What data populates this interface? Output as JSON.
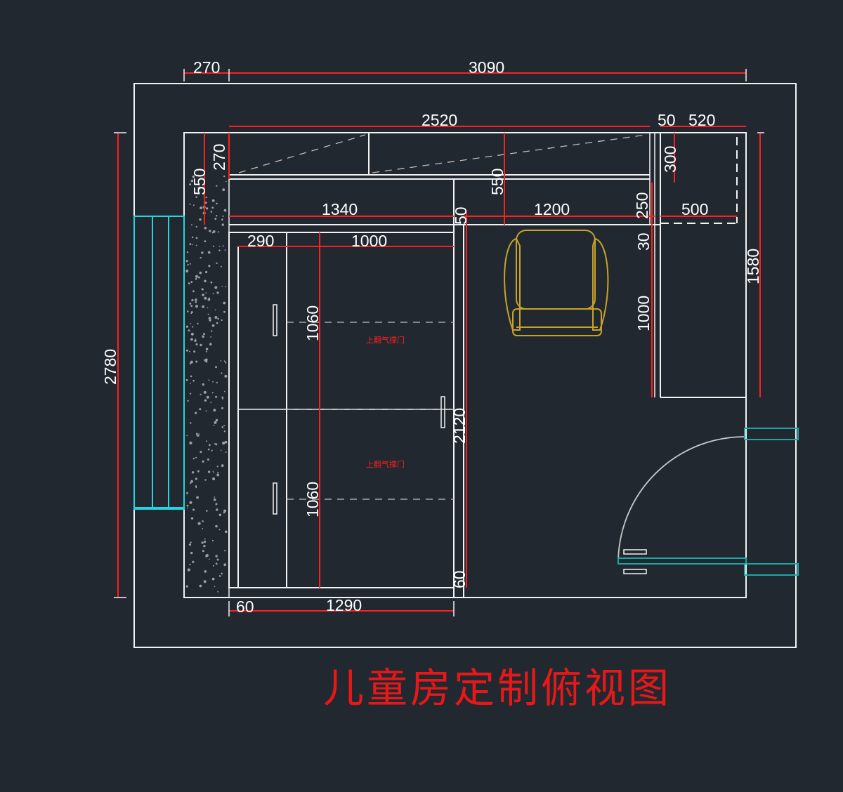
{
  "title": "儿童房定制俯视图",
  "notes": {
    "door_upper": "上翻气撑门",
    "door_lower": "上翻气撑门"
  },
  "dimensions": {
    "top_270": "270",
    "top_3090": "3090",
    "top_2520": "2520",
    "top_50": "50",
    "top_520": "520",
    "left_2780": "2780",
    "wall_550": "550",
    "shelf_270": "270",
    "shelf_550": "550",
    "shelf_300": "300",
    "d_1340": "1340",
    "d_1200": "1200",
    "d_250": "250",
    "d_500": "500",
    "d_50": "50",
    "d_30": "30",
    "right_1580": "1580",
    "desk_1000": "1000",
    "bed_290": "290",
    "bed_1000": "1000",
    "bed_1060a": "1060",
    "bed_1060b": "1060",
    "bed_2120": "2120",
    "bed_60": "60",
    "bottom_60": "60",
    "bottom_1290": "1290"
  }
}
